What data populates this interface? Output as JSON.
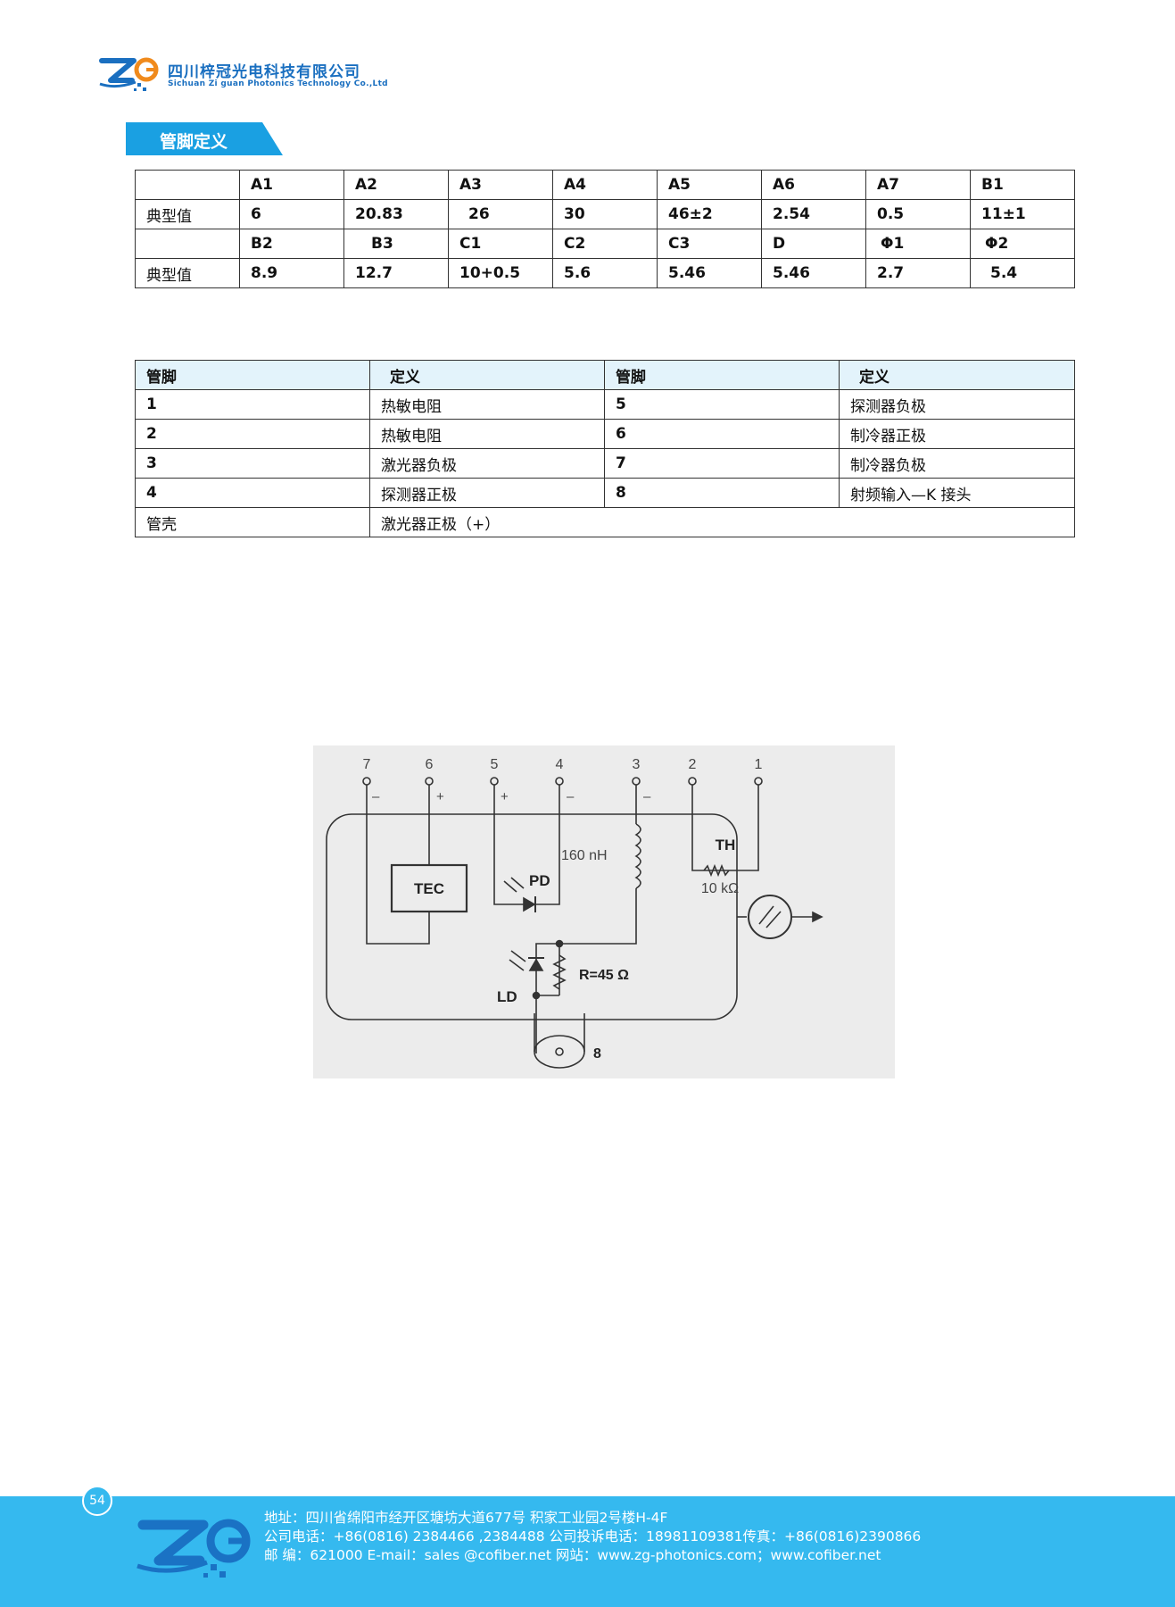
{
  "header": {
    "company_cn": "四川梓冠光电科技有限公司",
    "company_en": "Sichuan Zi guan Photonics Technology Co.,Ltd",
    "logo_text": "ZG"
  },
  "section": {
    "title": "管脚定义"
  },
  "dimension_table": {
    "rows": [
      [
        "",
        "A1",
        "A2",
        "A3",
        "A4",
        "A5",
        "A6",
        "A7",
        "B1"
      ],
      [
        "典型值",
        "6",
        "20.83",
        "26",
        "30",
        "46±2",
        "2.54",
        "0.5",
        "11±1"
      ],
      [
        "",
        "B2",
        "B3",
        "C1",
        "C2",
        "C3",
        "D",
        "Φ1",
        "Φ2"
      ],
      [
        "典型值",
        "8.9",
        "12.7",
        "10+0.5",
        "5.6",
        "5.46",
        "5.46",
        "2.7",
        "5.4"
      ]
    ]
  },
  "pin_table": {
    "headers": [
      "管脚",
      "定义",
      "管脚",
      "定义"
    ],
    "rows": [
      [
        "1",
        "热敏电阻",
        "5",
        "探测器负极"
      ],
      [
        "2",
        "热敏电阻",
        "6",
        "制冷器正极"
      ],
      [
        "3",
        "激光器负极",
        "7",
        "制冷器负极"
      ],
      [
        "4",
        "探测器正极",
        "8",
        "射频输入—K  接头"
      ]
    ],
    "case_row": [
      "管壳",
      "激光器正极（+）"
    ]
  },
  "diagram": {
    "pins": [
      "7",
      "6",
      "5",
      "4",
      "3",
      "2",
      "1"
    ],
    "signs": [
      "–",
      "+",
      "+",
      "–",
      "–"
    ],
    "labels": {
      "tec": "TEC",
      "pd": "PD",
      "inductor": "160 nH",
      "th": "TH",
      "th_value": "10 kΩ",
      "resistor": "R=45 Ω",
      "ld": "LD",
      "rf_pin": "8"
    }
  },
  "footer": {
    "page_number": "54",
    "logo_text": "ZG",
    "lines": [
      "地址：四川省绵阳市经开区塘坊大道677号 积家工业园2号楼H-4F",
      "公司电话：+86(0816) 2384466 ,2384488   公司投诉电话：18981109381传真：+86(0816)2390866",
      "邮  编：621000  E-mail：sales @cofiber.net      网站：www.zg-photonics.com；www.cofiber.net"
    ]
  },
  "colors": {
    "brand_blue": "#1a6fc0",
    "accent_orange": "#f08a1c",
    "footer_blue": "#35b9ef",
    "header_row": "#e3f3fb"
  }
}
